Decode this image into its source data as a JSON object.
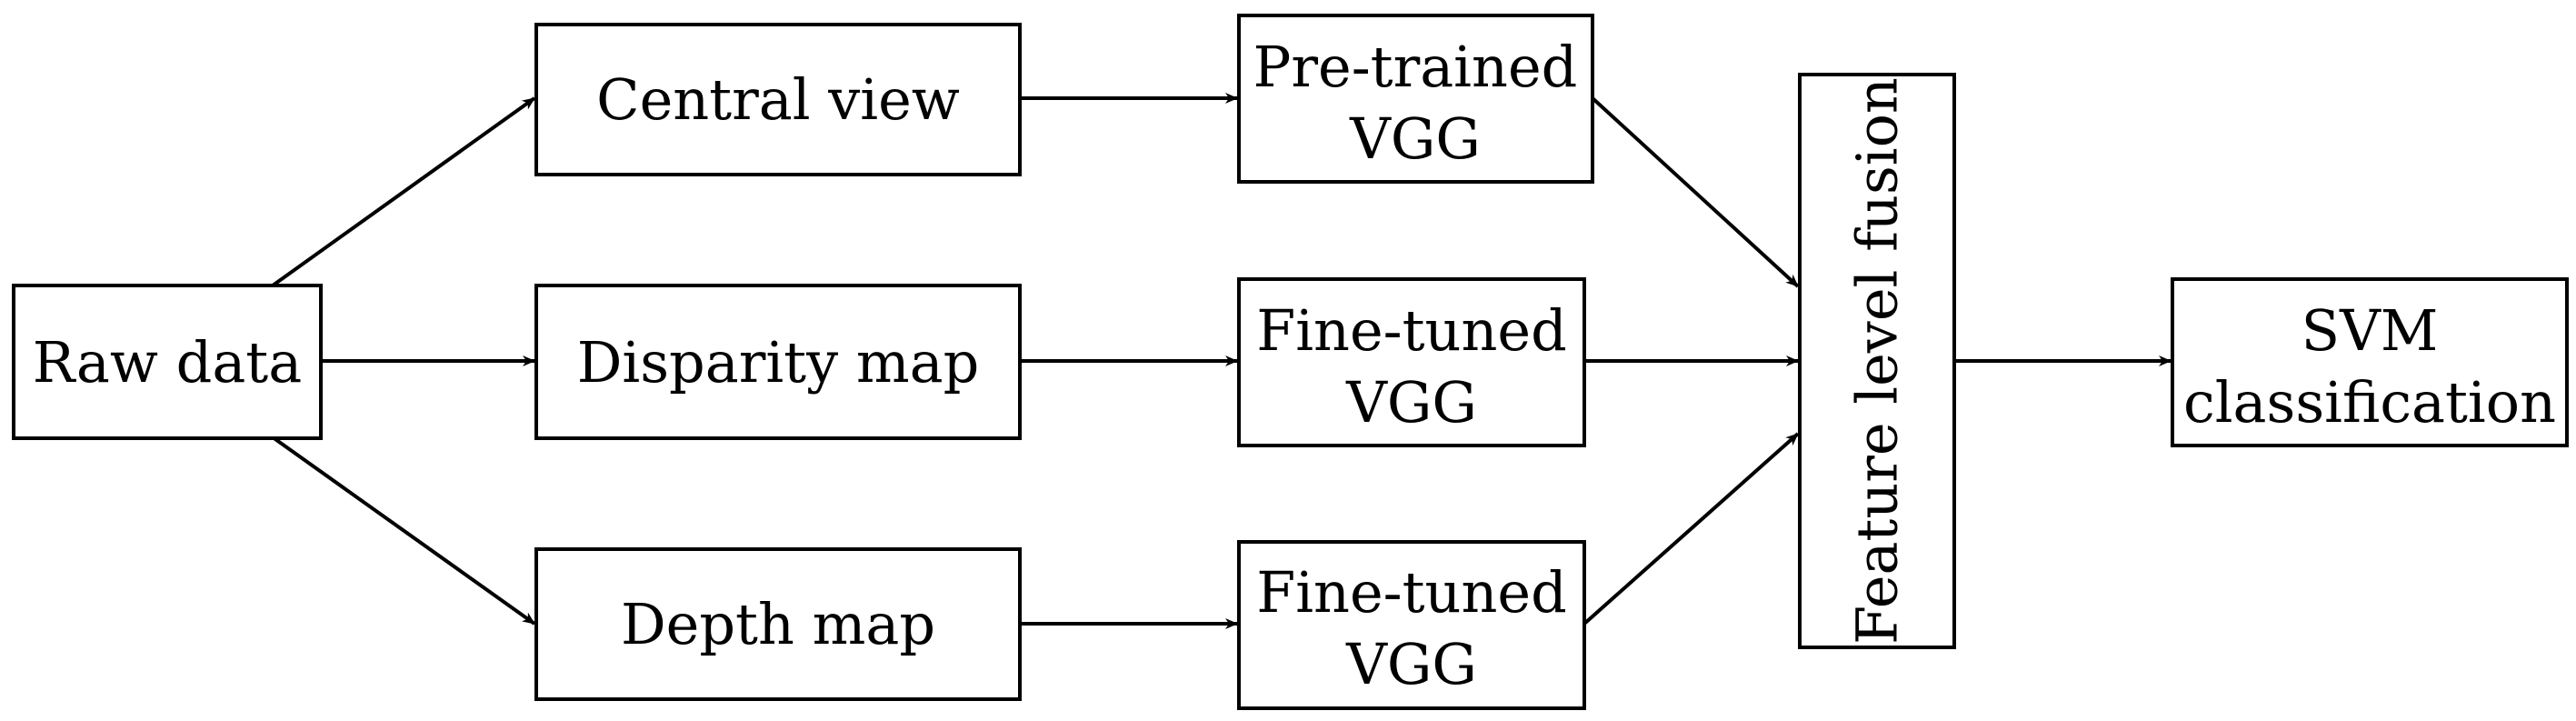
{
  "nodes": {
    "raw": {
      "label": "Raw data"
    },
    "central": {
      "label": "Central view"
    },
    "disparity": {
      "label": "Disparity map"
    },
    "depth": {
      "label": "Depth map"
    },
    "vgg1": {
      "line1": "Pre-trained",
      "line2": "VGG"
    },
    "vgg2": {
      "line1": "Fine-tuned",
      "line2": "VGG"
    },
    "vgg3": {
      "line1": "Fine-tuned",
      "line2": "VGG"
    },
    "fusion": {
      "label": "Feature level fusion"
    },
    "svm": {
      "line1": "SVM",
      "line2": "classification"
    }
  },
  "edges": [
    {
      "from": "raw",
      "to": "central"
    },
    {
      "from": "raw",
      "to": "disparity"
    },
    {
      "from": "raw",
      "to": "depth"
    },
    {
      "from": "central",
      "to": "vgg1"
    },
    {
      "from": "disparity",
      "to": "vgg2"
    },
    {
      "from": "depth",
      "to": "vgg3"
    },
    {
      "from": "vgg1",
      "to": "fusion"
    },
    {
      "from": "vgg2",
      "to": "fusion"
    },
    {
      "from": "vgg3",
      "to": "fusion"
    },
    {
      "from": "fusion",
      "to": "svm"
    }
  ],
  "colors": {
    "stroke": "#000000",
    "fill": "#ffffff"
  }
}
